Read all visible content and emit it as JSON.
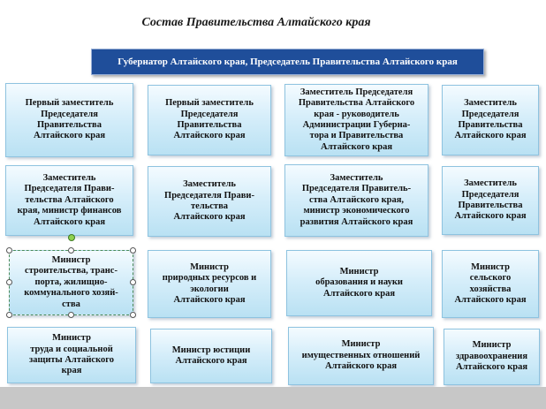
{
  "title": "Состав Правительства Алтайского края",
  "governor": "Губернатор Алтайского края, Председатель Правительства Алтайского края",
  "boxes": [
    "Первый заместитель\nПредседателя\nПравительства\nАлтайского края",
    "Первый заместитель\nПредседателя\nПравительства\nАлтайского края",
    "Заместитель Председателя\nПравительства Алтайского\nкрая - руководитель\nАдминистрации Губерна-\nтора и Правительства\nАлтайского края",
    "Заместитель\nПредседателя\nПравительства\nАлтайского края",
    "Заместитель\nПредседателя Прави-\nтельства Алтайского\nкрая, министр финансов\nАлтайского края",
    "Заместитель\nПредседателя Прави-\nтельства\nАлтайского края",
    "Заместитель\nПредседателя Правитель-\nства Алтайского края,\nминистр экономического\nразвития Алтайского края",
    "Заместитель\nПредседателя\nПравительства\nАлтайского края",
    "Министр\nстроительства, транс-\nпорта, жилищно-\nкоммунального хозяй-\nства",
    "Министр\nприродных ресурсов и\nэкологии\nАлтайского края",
    "Министр\nобразования и науки\nАлтайского края",
    "Министр\nсельского\nхозяйства\nАлтайского края",
    "Министр\nтруда и социальной\nзащиты Алтайского\nкрая",
    "Министр юстиции\nАлтайского края",
    "Министр\nимущественных отношений\nАлтайского края",
    "Министр\nздравоохранения\nАлтайского края"
  ]
}
